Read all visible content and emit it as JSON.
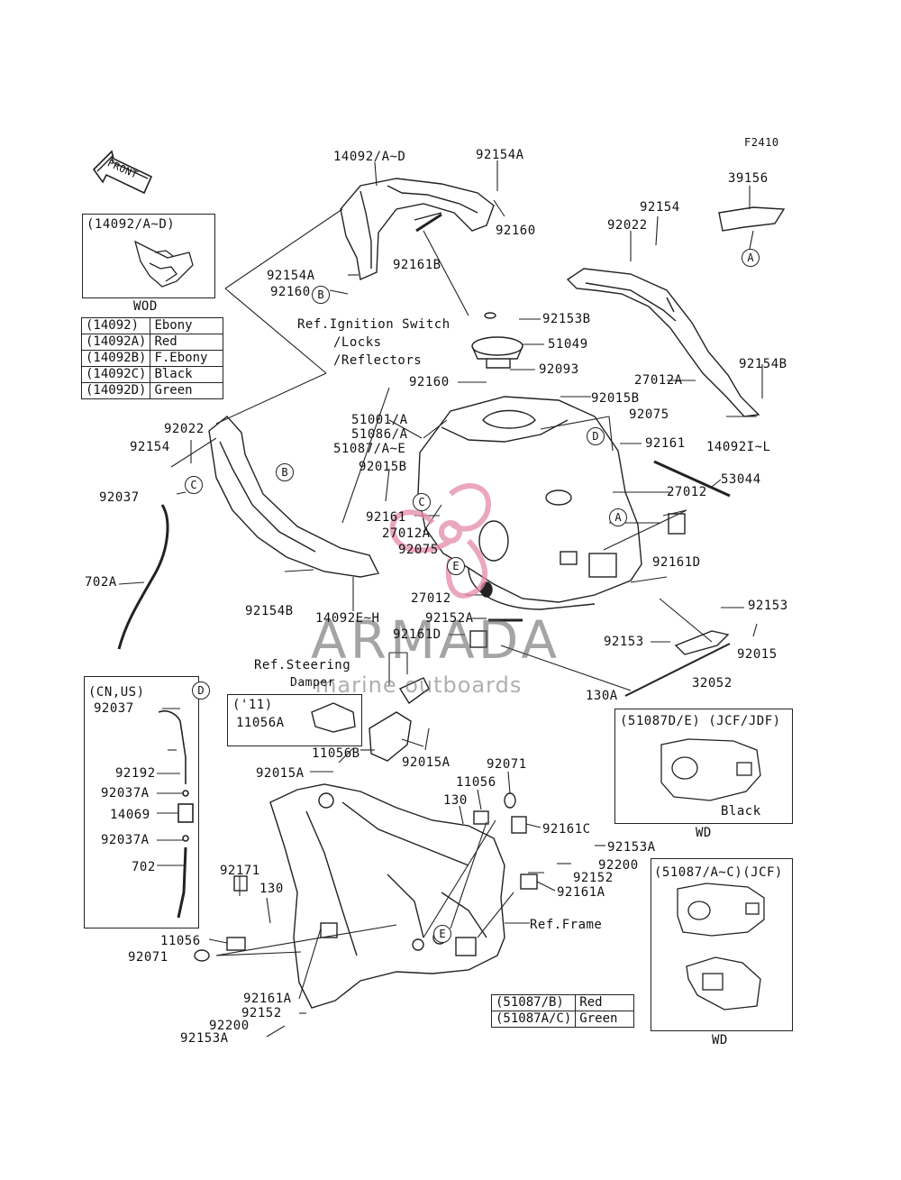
{
  "figure_code": "F2410",
  "front_label": "FRONT",
  "watermark": {
    "name": "ARMADA",
    "sub": "marine outboards"
  },
  "wod_box": {
    "title": "(14092/A~D)",
    "caption": "WOD"
  },
  "color_table": [
    [
      "(14092)",
      "Ebony"
    ],
    [
      "(14092A)",
      "Red"
    ],
    [
      "(14092B)",
      "F.Ebony"
    ],
    [
      "(14092C)",
      "Black"
    ],
    [
      "(14092D)",
      "Green"
    ]
  ],
  "tank_table": [
    [
      "(51087/B)",
      "Red"
    ],
    [
      "(51087A/C)",
      "Green"
    ]
  ],
  "cn_us_box": {
    "title": "(CN,US)"
  },
  "y11_box": {
    "title": "('11)",
    "part": "11056A"
  },
  "box_jcf_jdf": {
    "title": "(51087D/E) (JCF/JDF)",
    "color": "Black",
    "caption": "WD"
  },
  "box_jcf": {
    "title": "(51087/A~C)(JCF)",
    "caption": "WD"
  },
  "refs": {
    "ignition": "Ref.Ignition Switch",
    "locks": "/Locks",
    "reflectors": "/Reflectors",
    "steering1": "Ref.Steering",
    "steering2": "Damper",
    "frame": "Ref.Frame"
  },
  "callouts": {
    "a": "A",
    "b": "B",
    "c": "C",
    "d": "D",
    "e": "E"
  },
  "parts": {
    "p14092_ad": "14092/A~D",
    "p92154a_top": "92154A",
    "p92160_top": "92160",
    "p39156": "39156",
    "p92154_r": "92154",
    "p92022_r": "92022",
    "p92154a_l": "92154A",
    "p92160_l": "92160",
    "p92161b": "92161B",
    "p92153b": "92153B",
    "p51049": "51049",
    "p92093": "92093",
    "p92160_m": "92160",
    "p27012a_r": "27012A",
    "p92154b_r": "92154B",
    "p92015b_r": "92015B",
    "p92075_r": "92075",
    "p51001": "51001/A",
    "p51086": "51086/A",
    "p51087": "51087/A~E",
    "p92161_r": "92161",
    "p14092il": "14092I~L",
    "p92015b_l": "92015B",
    "p92022_l": "92022",
    "p92154_l": "92154",
    "p53044": "53044",
    "p92037_l": "92037",
    "p27012_r": "27012",
    "p92161_m": "92161",
    "p27012a_l": "27012A",
    "p92075_l": "92075",
    "p92161d_r": "92161D",
    "p702a": "702A",
    "p92154b_l": "92154B",
    "p14092eh": "14092E~H",
    "p27012_l": "27012",
    "p92152a": "92152A",
    "p92153_r1": "92153",
    "p92161d_m": "92161D",
    "p92153_r2": "92153",
    "p92015_r": "92015",
    "p32052": "32052",
    "p130a": "130A",
    "p92037_cn": "92037",
    "p11056b": "11056B",
    "p92015a_r": "92015A",
    "p92071_r": "92071",
    "p92015a_l": "92015A",
    "p11056_r": "11056",
    "p92192": "92192",
    "p130_r": "130",
    "p92037a_1": "92037A",
    "p14069": "14069",
    "p92161c": "92161C",
    "p92037a_2": "92037A",
    "p92153a_r": "92153A",
    "p92200_r": "92200",
    "p702": "702",
    "p92171": "92171",
    "p130_l": "130",
    "p92152_r": "92152",
    "p92161a_r": "92161A",
    "p11056_l": "11056",
    "p92071_l": "92071",
    "p92161a_l": "92161A",
    "p92152_l": "92152",
    "p92200_l": "92200",
    "p92153a_l": "92153A"
  }
}
